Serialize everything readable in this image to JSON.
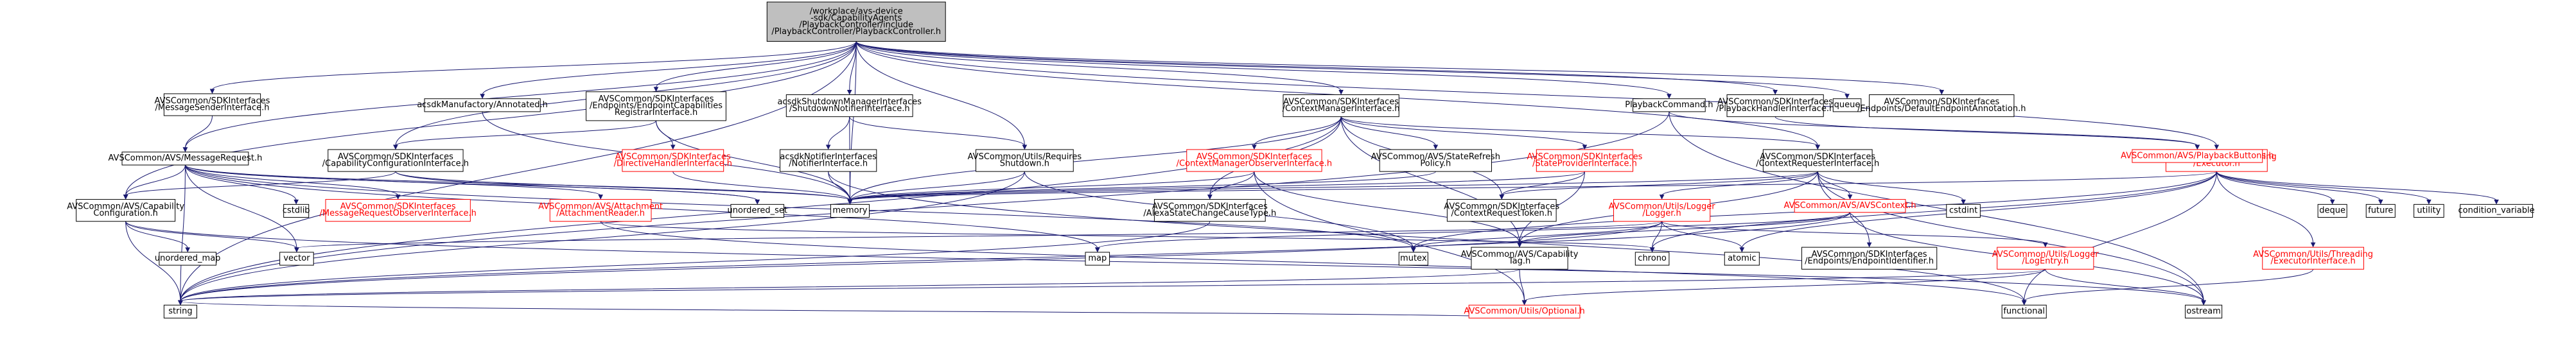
{
  "colors": {
    "edge": "#191970",
    "root_fill": "#bfbfbf",
    "node_fill": "#ffffff",
    "text_normal": "#000000",
    "text_missing": "#ff0000",
    "border_normal": "#000000",
    "border_missing": "#ff0000",
    "background": "#ffffff"
  },
  "nodes": [
    {
      "id": "root",
      "lines": [
        "/workplace/avs-device",
        "-sdk/CapabilityAgents",
        "/PlaybackController/include",
        "/PlaybackController/PlaybackController.h"
      ]
    },
    {
      "id": "msgsender",
      "lines": [
        "AVSCommon/SDKInterfaces",
        "/MessageSenderInterface.h"
      ]
    },
    {
      "id": "annotated",
      "lines": [
        "acsdkManufactory/Annotated.h"
      ]
    },
    {
      "id": "endpointreg",
      "lines": [
        "AVSCommon/SDKInterfaces",
        "/Endpoints/EndpointCapabilities",
        "RegistrarInterface.h"
      ]
    },
    {
      "id": "shutdownnotifier",
      "lines": [
        "acsdkShutdownManagerInterfaces",
        "/ShutdownNotifierInterface.h"
      ]
    },
    {
      "id": "contextmgr",
      "lines": [
        "AVSCommon/SDKInterfaces",
        "/ContextManagerInterface.h"
      ]
    },
    {
      "id": "playbackcmd",
      "lines": [
        "PlaybackCommand.h"
      ]
    },
    {
      "id": "playbackhandler",
      "lines": [
        "AVSCommon/SDKInterfaces",
        "/PlaybackHandlerInterface.h"
      ]
    },
    {
      "id": "queue",
      "lines": [
        "queue"
      ]
    },
    {
      "id": "defaultendpoint",
      "lines": [
        "AVSCommon/SDKInterfaces",
        "/Endpoints/DefaultEndpointAnnotation.h"
      ]
    },
    {
      "id": "messagerequest",
      "lines": [
        "AVSCommon/AVS/MessageRequest.h"
      ]
    },
    {
      "id": "capconfigiface",
      "lines": [
        "AVSCommon/SDKInterfaces",
        "/CapabilityConfigurationInterface.h"
      ]
    },
    {
      "id": "directivehandler",
      "lines": [
        "AVSCommon/SDKInterfaces",
        "/DirectiveHandlerInterface.h"
      ]
    },
    {
      "id": "notifieriface",
      "lines": [
        "acsdkNotifierInterfaces",
        "/NotifierInterface.h"
      ]
    },
    {
      "id": "requiresshutdown",
      "lines": [
        "AVSCommon/Utils/Requires",
        "Shutdown.h"
      ]
    },
    {
      "id": "ctxmgrobserver",
      "lines": [
        "AVSCommon/SDKInterfaces",
        "/ContextManagerObserverInterface.h"
      ]
    },
    {
      "id": "staterefresh",
      "lines": [
        "AVSCommon/AVS/StateRefresh",
        "Policy.h"
      ]
    },
    {
      "id": "stateprovider",
      "lines": [
        "AVSCommon/SDKInterfaces",
        "/StateProviderInterface.h"
      ]
    },
    {
      "id": "ctxrequester",
      "lines": [
        "AVSCommon/SDKInterfaces",
        "/ContextRequesterInterface.h"
      ]
    },
    {
      "id": "executor",
      "lines": [
        "AVSCommon/Utils/Threading",
        "/Executor.h"
      ]
    },
    {
      "id": "playbackbuttons",
      "lines": [
        "AVSCommon/AVS/PlaybackButtons.h"
      ]
    },
    {
      "id": "capconfig",
      "lines": [
        "AVSCommon/AVS/Capability",
        "Configuration.h"
      ]
    },
    {
      "id": "cstdlib",
      "lines": [
        "cstdlib"
      ]
    },
    {
      "id": "msgreqobserver",
      "lines": [
        "AVSCommon/SDKInterfaces",
        "/MessageRequestObserverInterface.h"
      ]
    },
    {
      "id": "attachmentreader",
      "lines": [
        "AVSCommon/AVS/Attachment",
        "/AttachmentReader.h"
      ]
    },
    {
      "id": "unordered_set",
      "lines": [
        "unordered_set"
      ]
    },
    {
      "id": "memory",
      "lines": [
        "memory"
      ]
    },
    {
      "id": "alexastatechange",
      "lines": [
        "AVSCommon/SDKInterfaces",
        "/AlexaStateChangeCauseType.h"
      ]
    },
    {
      "id": "ctxrequesttoken",
      "lines": [
        "AVSCommon/SDKInterfaces",
        "/ContextRequestToken.h"
      ]
    },
    {
      "id": "logger",
      "lines": [
        "AVSCommon/Utils/Logger",
        "/Logger.h"
      ]
    },
    {
      "id": "avscontext",
      "lines": [
        "AVSCommon/AVS/AVSContext.h"
      ]
    },
    {
      "id": "cstdint",
      "lines": [
        "cstdint"
      ]
    },
    {
      "id": "deque",
      "lines": [
        "deque"
      ]
    },
    {
      "id": "future",
      "lines": [
        "future"
      ]
    },
    {
      "id": "utility",
      "lines": [
        "utility"
      ]
    },
    {
      "id": "condition_variable",
      "lines": [
        "condition_variable"
      ]
    },
    {
      "id": "unordered_map",
      "lines": [
        "unordered_map"
      ]
    },
    {
      "id": "vector",
      "lines": [
        "vector"
      ]
    },
    {
      "id": "map",
      "lines": [
        "map"
      ]
    },
    {
      "id": "mutex",
      "lines": [
        "mutex"
      ]
    },
    {
      "id": "captag",
      "lines": [
        "AVSCommon/AVS/Capability",
        "Tag.h"
      ]
    },
    {
      "id": "chrono",
      "lines": [
        "chrono"
      ]
    },
    {
      "id": "atomic",
      "lines": [
        "atomic"
      ]
    },
    {
      "id": "endpointid",
      "lines": [
        "AVSCommon/SDKInterfaces",
        "/Endpoints/EndpointIdentifier.h"
      ]
    },
    {
      "id": "logentry",
      "lines": [
        "AVSCommon/Utils/Logger",
        "/LogEntry.h"
      ]
    },
    {
      "id": "executoriface",
      "lines": [
        "AVSCommon/Utils/Threading",
        "/ExecutorInterface.h"
      ]
    },
    {
      "id": "string",
      "lines": [
        "string"
      ]
    },
    {
      "id": "optional",
      "lines": [
        "AVSCommon/Utils/Optional.h"
      ]
    },
    {
      "id": "functional",
      "lines": [
        "functional"
      ]
    },
    {
      "id": "ostream",
      "lines": [
        "ostream"
      ]
    }
  ],
  "missing_nodes": [
    "directivehandler",
    "ctxmgrobserver",
    "stateprovider",
    "executor",
    "playbackbuttons",
    "msgreqobserver",
    "attachmentreader",
    "logger",
    "avscontext",
    "logentry",
    "executoriface",
    "optional"
  ],
  "edges": [
    [
      "root",
      "msgsender"
    ],
    [
      "root",
      "annotated"
    ],
    [
      "root",
      "endpointreg"
    ],
    [
      "root",
      "shutdownnotifier"
    ],
    [
      "root",
      "contextmgr"
    ],
    [
      "root",
      "playbackcmd"
    ],
    [
      "root",
      "playbackhandler"
    ],
    [
      "root",
      "queue"
    ],
    [
      "root",
      "defaultendpoint"
    ],
    [
      "root",
      "messagerequest"
    ],
    [
      "root",
      "capconfigiface"
    ],
    [
      "root",
      "ctxrequester"
    ],
    [
      "root",
      "executor"
    ],
    [
      "root",
      "capconfig"
    ],
    [
      "root",
      "memory"
    ],
    [
      "root",
      "requiresshutdown"
    ],
    [
      "root",
      "string"
    ],
    [
      "msgsender",
      "messagerequest"
    ],
    [
      "annotated",
      "memory"
    ],
    [
      "endpointreg",
      "capconfigiface"
    ],
    [
      "endpointreg",
      "directivehandler"
    ],
    [
      "endpointreg",
      "memory"
    ],
    [
      "shutdownnotifier",
      "notifieriface"
    ],
    [
      "shutdownnotifier",
      "requiresshutdown"
    ],
    [
      "shutdownnotifier",
      "memory"
    ],
    [
      "contextmgr",
      "ctxmgrobserver"
    ],
    [
      "contextmgr",
      "staterefresh"
    ],
    [
      "contextmgr",
      "stateprovider"
    ],
    [
      "contextmgr",
      "ctxrequester"
    ],
    [
      "contextmgr",
      "memory"
    ],
    [
      "contextmgr",
      "alexastatechange"
    ],
    [
      "contextmgr",
      "ctxrequesttoken"
    ],
    [
      "contextmgr",
      "captag"
    ],
    [
      "contextmgr",
      "string"
    ],
    [
      "playbackcmd",
      "playbackbuttons"
    ],
    [
      "playbackcmd",
      "ostream"
    ],
    [
      "playbackcmd",
      "string"
    ],
    [
      "playbackhandler",
      "playbackbuttons"
    ],
    [
      "messagerequest",
      "capconfig"
    ],
    [
      "messagerequest",
      "cstdlib"
    ],
    [
      "messagerequest",
      "msgreqobserver"
    ],
    [
      "messagerequest",
      "attachmentreader"
    ],
    [
      "messagerequest",
      "unordered_set"
    ],
    [
      "messagerequest",
      "memory"
    ],
    [
      "messagerequest",
      "vector"
    ],
    [
      "messagerequest",
      "map"
    ],
    [
      "messagerequest",
      "mutex"
    ],
    [
      "messagerequest",
      "string"
    ],
    [
      "capconfigiface",
      "capconfig"
    ],
    [
      "capconfigiface",
      "unordered_set"
    ],
    [
      "capconfigiface",
      "memory"
    ],
    [
      "directivehandler",
      "memory"
    ],
    [
      "notifieriface",
      "memory"
    ],
    [
      "notifieriface",
      "functional"
    ],
    [
      "requiresshutdown",
      "memory"
    ],
    [
      "requiresshutdown",
      "mutex"
    ],
    [
      "requiresshutdown",
      "string"
    ],
    [
      "ctxmgrobserver",
      "alexastatechange"
    ],
    [
      "ctxmgrobserver",
      "memory"
    ],
    [
      "ctxmgrobserver",
      "captag"
    ],
    [
      "ctxmgrobserver",
      "optional"
    ],
    [
      "staterefresh",
      "memory"
    ],
    [
      "stateprovider",
      "ctxrequesttoken"
    ],
    [
      "stateprovider",
      "captag"
    ],
    [
      "stateprovider",
      "memory"
    ],
    [
      "ctxrequester",
      "ctxrequesttoken"
    ],
    [
      "ctxrequester",
      "logger"
    ],
    [
      "ctxrequester",
      "avscontext"
    ],
    [
      "ctxrequester",
      "cstdint"
    ],
    [
      "ctxrequester",
      "endpointid"
    ],
    [
      "ctxrequester",
      "captag"
    ],
    [
      "ctxrequester",
      "memory"
    ],
    [
      "ctxrequester",
      "ostream"
    ],
    [
      "executor",
      "deque"
    ],
    [
      "executor",
      "future"
    ],
    [
      "executor",
      "utility"
    ],
    [
      "executor",
      "condition_variable"
    ],
    [
      "executor",
      "executoriface"
    ],
    [
      "executor",
      "mutex"
    ],
    [
      "executor",
      "atomic"
    ],
    [
      "executor",
      "chrono"
    ],
    [
      "executor",
      "memory"
    ],
    [
      "executor",
      "functional"
    ],
    [
      "capconfig",
      "unordered_map"
    ],
    [
      "capconfig",
      "vector"
    ],
    [
      "capconfig",
      "string"
    ],
    [
      "capconfig",
      "ostream"
    ],
    [
      "attachmentreader",
      "chrono"
    ],
    [
      "attachmentreader",
      "functional"
    ],
    [
      "alexastatechange",
      "string"
    ],
    [
      "logger",
      "logentry"
    ],
    [
      "logger",
      "atomic"
    ],
    [
      "logger",
      "chrono"
    ],
    [
      "logger",
      "mutex"
    ],
    [
      "logger",
      "vector"
    ],
    [
      "logger",
      "string"
    ],
    [
      "avscontext",
      "captag"
    ],
    [
      "avscontext",
      "map"
    ],
    [
      "avscontext",
      "string"
    ],
    [
      "avscontext",
      "ostream"
    ],
    [
      "captag",
      "optional"
    ],
    [
      "captag",
      "string"
    ],
    [
      "logentry",
      "optional"
    ],
    [
      "logentry",
      "string"
    ],
    [
      "logentry",
      "ostream"
    ],
    [
      "executoriface",
      "functional"
    ],
    [
      "optional",
      "string"
    ]
  ]
}
